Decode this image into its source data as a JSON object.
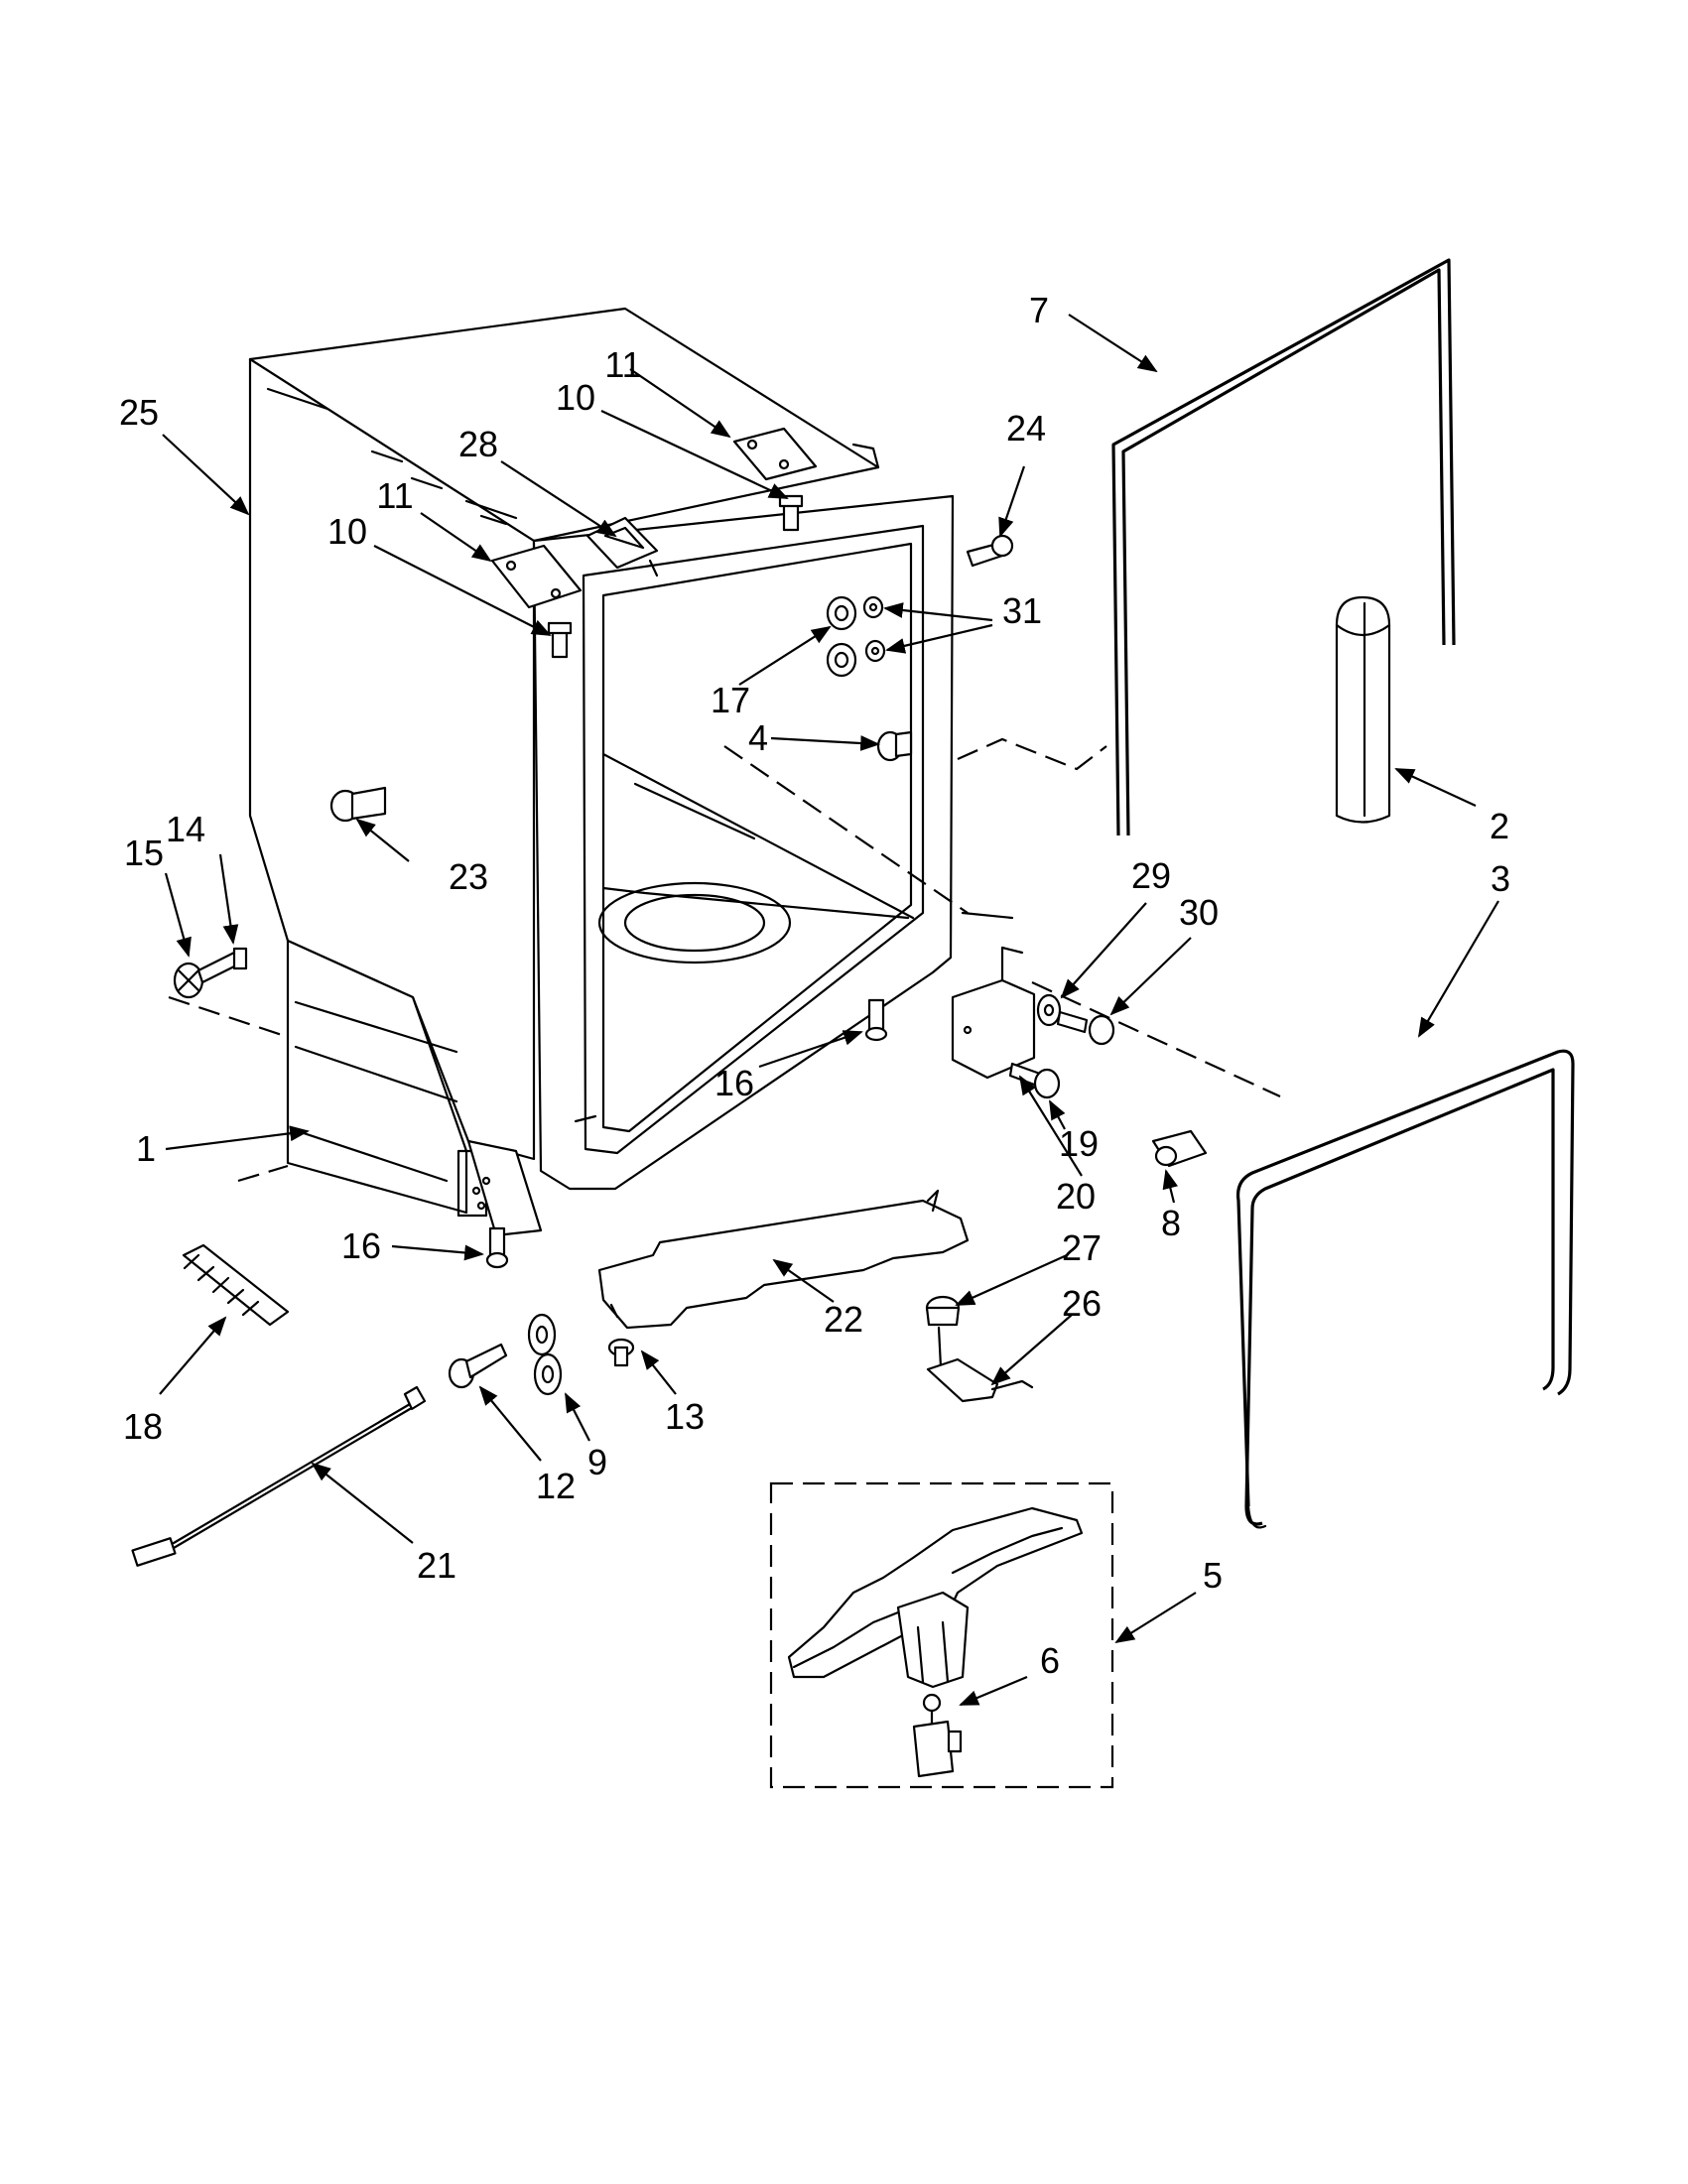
{
  "labels": {
    "l1": "1",
    "l2": "2",
    "l3": "3",
    "l4": "4",
    "l5": "5",
    "l6": "6",
    "l7": "7",
    "l8": "8",
    "l9": "9",
    "l10a": "10",
    "l10b": "10",
    "l11a": "11",
    "l11b": "11",
    "l12": "12",
    "l13": "13",
    "l14": "14",
    "l15": "15",
    "l16a": "16",
    "l16b": "16",
    "l17": "17",
    "l18": "18",
    "l19": "19",
    "l20": "20",
    "l21": "21",
    "l22": "22",
    "l23": "23",
    "l24": "24",
    "l25": "25",
    "l26": "26",
    "l27": "27",
    "l28": "28",
    "l29": "29",
    "l30": "30",
    "l31": "31"
  }
}
